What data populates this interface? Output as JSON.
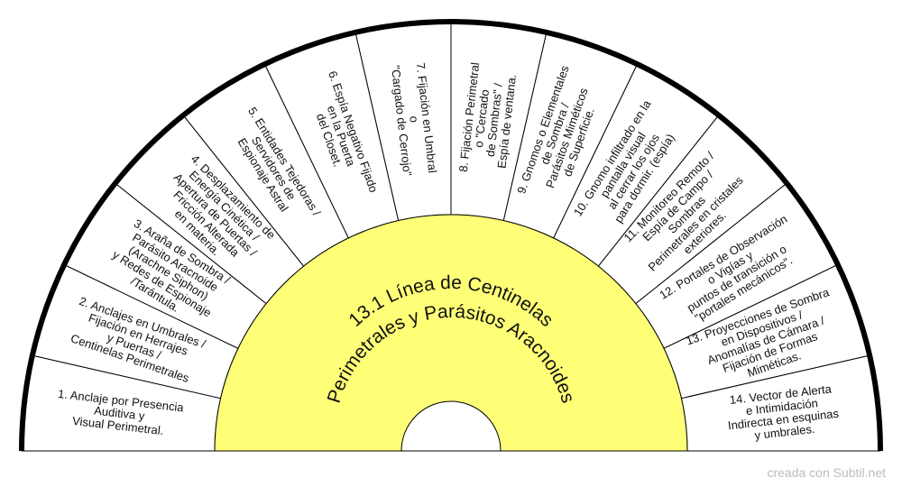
{
  "diagram": {
    "center_title": [
      "13.1 Línea de Centinelas",
      "Perimetrales y Parásitos Aracnoides"
    ],
    "colors": {
      "center_fill": "#ffff77",
      "outline": "#000000",
      "segment_fill": "#ffffff"
    },
    "segments": [
      {
        "id": 1,
        "lines": [
          "1. Anclaje por Presencia",
          "Auditiva y",
          "Visual Perimetral."
        ]
      },
      {
        "id": 2,
        "lines": [
          "2. Anclajes en Umbrales /",
          "Fijación en Herrajes",
          "y Puertas /",
          "Centinelas Perimetrales"
        ]
      },
      {
        "id": 3,
        "lines": [
          "3. Araña de Sombra /",
          "Parásito Aracnoide",
          "(Arachne Siphon)",
          "y Redes de Espionaje",
          "/Tarántula."
        ]
      },
      {
        "id": 4,
        "lines": [
          "4. Desplazamiento de",
          "Energía Cinética /",
          "Apertura de Puertas /",
          "Fricción Alterada",
          "en materia."
        ]
      },
      {
        "id": 5,
        "lines": [
          "5. Entidades Tejedoras /",
          "Servidores de",
          "Espionaje Astral"
        ]
      },
      {
        "id": 6,
        "lines": [
          "6. Espía Negativo Fijado",
          "en la Puerta",
          "del Closet."
        ]
      },
      {
        "id": 7,
        "lines": [
          "7. Fijación en Umbral",
          "o",
          "\"Cargado de Cerrojo\""
        ]
      },
      {
        "id": 8,
        "lines": [
          "8. Fijación Perimetral",
          "o \"Cercado",
          "de Sombras\" /",
          "Espía de ventana."
        ]
      },
      {
        "id": 9,
        "lines": [
          "9. Gnomos o Elementales",
          "de Sombra /",
          "Parásitos Miméticos",
          "de Superficie."
        ]
      },
      {
        "id": 10,
        "lines": [
          "10. Gnomo infiltrado en la",
          "pantalla visual",
          "al cerrar los ojos",
          "para dormir. (espía)"
        ]
      },
      {
        "id": 11,
        "lines": [
          "11. Monitoreo Remoto /",
          "Espía de Campo /",
          "Sombras",
          "Perimetrales en cristales",
          "exteriores."
        ]
      },
      {
        "id": 12,
        "lines": [
          "12. Portales de Observación",
          "o Vigías y",
          "puntos de transición o",
          "\"portales mecánicos\"."
        ]
      },
      {
        "id": 13,
        "lines": [
          "13. Proyecciones de Sombra",
          "en Dispositivos /",
          "Anomalías de Cámara /",
          "Fijación de Formas",
          "Miméticas."
        ]
      },
      {
        "id": 14,
        "lines": [
          "14. Vector de Alerta",
          "e Intimidación",
          "Indirecta en esquinas",
          "y umbrales."
        ]
      }
    ]
  },
  "footer": {
    "credit": "creada con Subtil.net"
  }
}
